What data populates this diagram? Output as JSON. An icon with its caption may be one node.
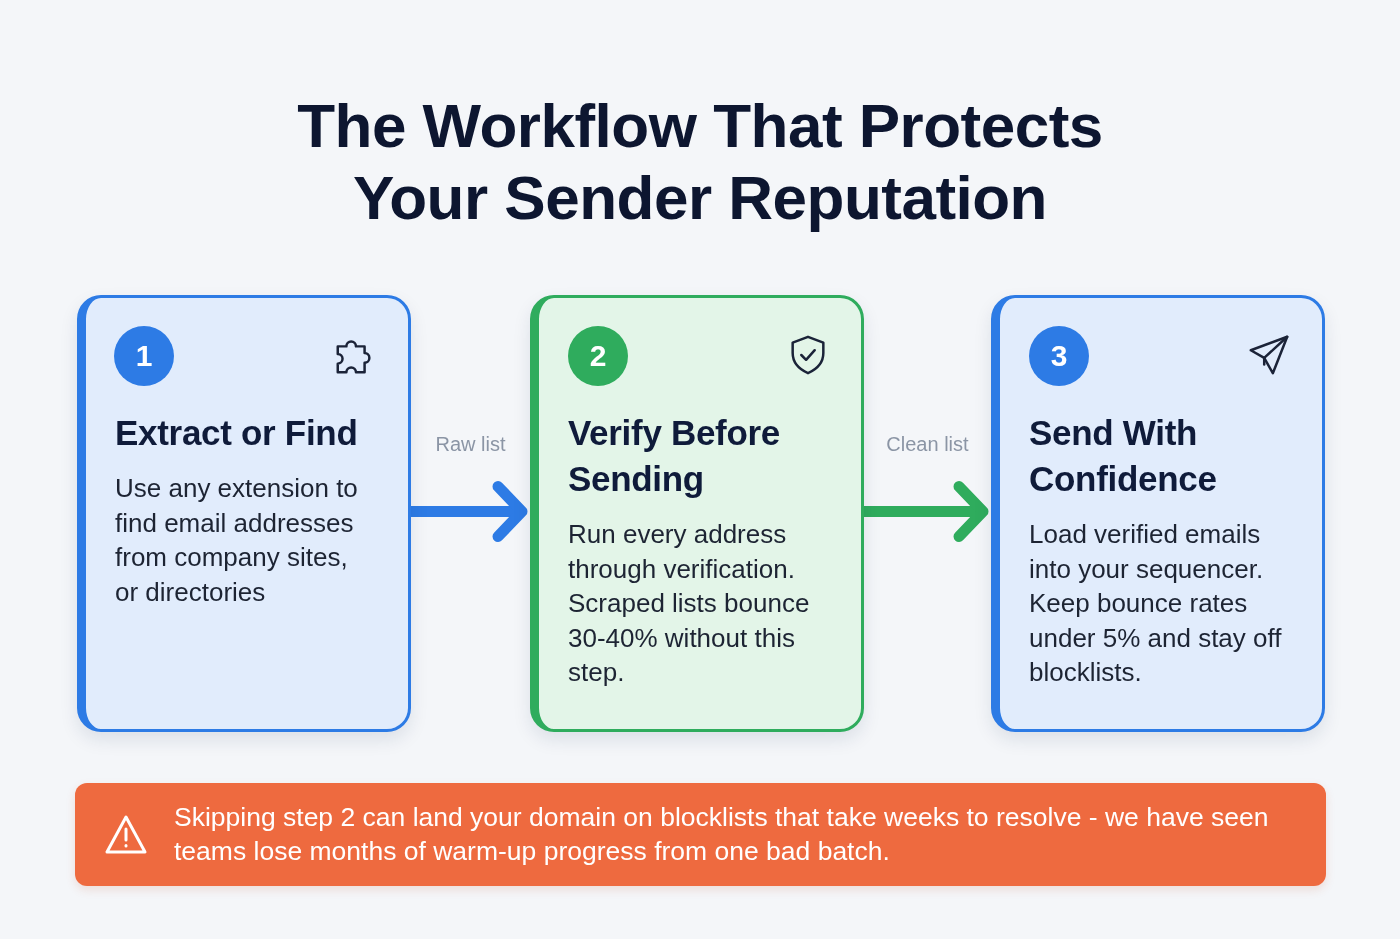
{
  "diagram": {
    "title": "The Workflow That Protects Your Sender Reputation",
    "nodes": [
      {
        "text": [
          "Extract or Find",
          "Use any extension to find email addresses from company sites, or directories"
        ]
      },
      {
        "text": [
          "1"
        ],
        "in": 0
      },
      {
        "text": [
          "Verify Before Sending",
          "Run every address through verification. Scraped lists bounce 30-40% without this step."
        ]
      },
      {
        "text": [
          "2"
        ],
        "in": 2
      },
      {
        "text": [
          "Send With Confidence",
          "Load verified emails into your sequencer. Keep bounce rates under 5% and stay off blocklists."
        ]
      },
      {
        "text": [
          "3"
        ],
        "in": 4
      },
      {
        "text": [
          "Skipping step 2 can land your domain on blocklists that take weeks to resolve - we have seen teams lose months of warm-up progress from one bad batch."
        ]
      }
    ],
    "edges": [
      {
        "from": 0,
        "to": 2,
        "arrow": "to",
        "label": "Raw list",
        "color": "#2d7be5"
      },
      {
        "from": 2,
        "to": 4,
        "arrow": "to",
        "label": "Clean list",
        "color": "#2fac5d"
      }
    ]
  }
}
